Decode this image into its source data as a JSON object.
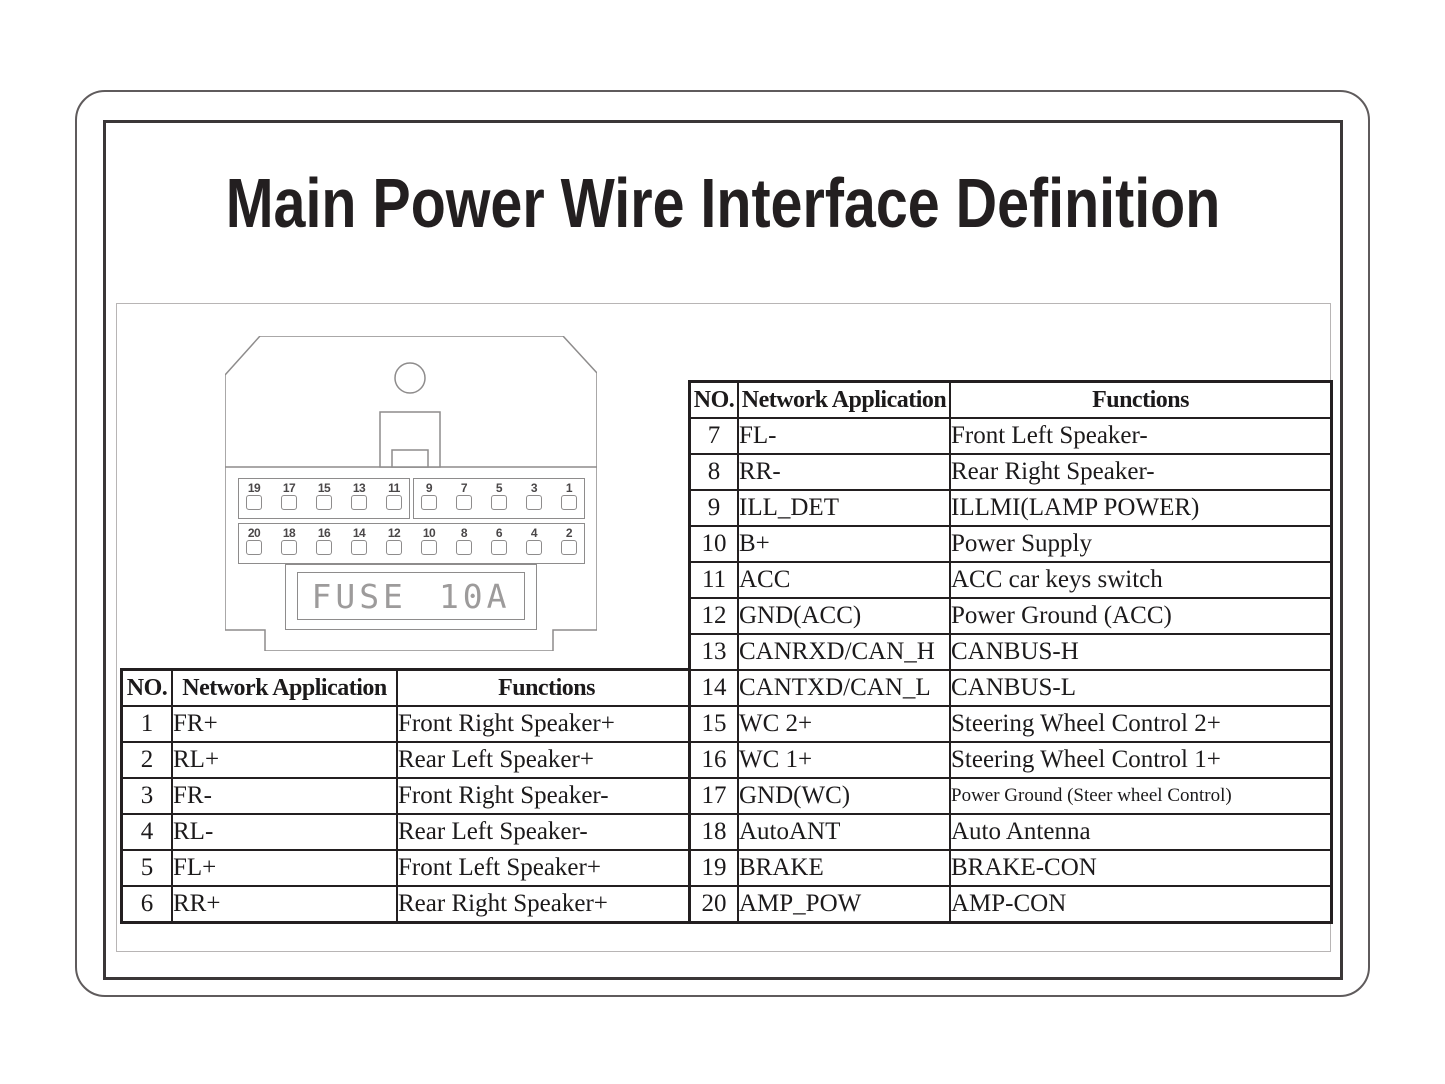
{
  "title": "Main Power Wire Interface Definition",
  "connector": {
    "fuse_label": "FUSE",
    "fuse_rating": "10A",
    "top_row_left_pins": [
      "19",
      "17",
      "15",
      "13",
      "11"
    ],
    "top_row_right_pins": [
      "9",
      "7",
      "5",
      "3",
      "1"
    ],
    "bottom_row_pins": [
      "20",
      "18",
      "16",
      "14",
      "12",
      "10",
      "8",
      "6",
      "4",
      "2"
    ]
  },
  "tables": {
    "left": {
      "headers": [
        "NO.",
        "Network Application",
        "Functions"
      ],
      "rows": [
        [
          "1",
          "FR+",
          "Front Right Speaker+"
        ],
        [
          "2",
          "RL+",
          "Rear Left Speaker+"
        ],
        [
          "3",
          "FR-",
          "Front Right Speaker-"
        ],
        [
          "4",
          "RL-",
          "Rear Left Speaker-"
        ],
        [
          "5",
          "FL+",
          "Front Left Speaker+"
        ],
        [
          "6",
          "RR+",
          "Rear Right Speaker+"
        ]
      ]
    },
    "right": {
      "headers": [
        "NO.",
        "Network Application",
        "Functions"
      ],
      "rows": [
        [
          "7",
          "FL-",
          "Front Left Speaker-"
        ],
        [
          "8",
          "RR-",
          "Rear Right Speaker-"
        ],
        [
          "9",
          "ILL_DET",
          "ILLMI(LAMP POWER)"
        ],
        [
          "10",
          "B+",
          "Power Supply"
        ],
        [
          "11",
          "ACC",
          "ACC car keys switch"
        ],
        [
          "12",
          "GND(ACC)",
          "Power Ground (ACC)"
        ],
        [
          "13",
          "CANRXD/CAN_H",
          "CANBUS-H"
        ],
        [
          "14",
          "CANTXD/CAN_L",
          "CANBUS-L"
        ],
        [
          "15",
          "WC 2+",
          "Steering Wheel Control 2+"
        ],
        [
          "16",
          "WC 1+",
          "Steering Wheel Control 1+"
        ],
        [
          "17",
          "GND(WC)",
          "Power Ground (Steer wheel Control)"
        ],
        [
          "18",
          "AutoANT",
          "Auto Antenna"
        ],
        [
          "19",
          "BRAKE",
          "BRAKE-CON"
        ],
        [
          "20",
          "AMP_POW",
          "AMP-CON"
        ]
      ]
    }
  }
}
